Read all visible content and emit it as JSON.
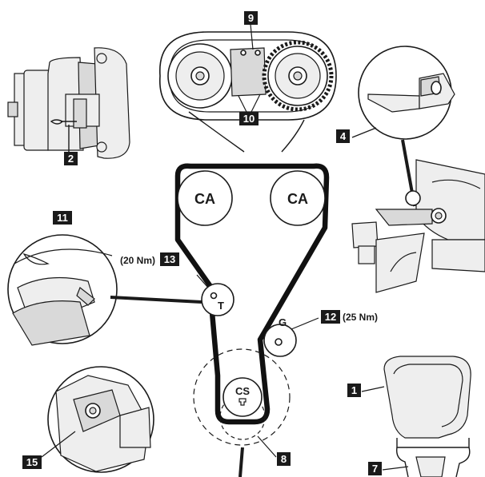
{
  "pulleys": {
    "camshaft_left": "CA",
    "camshaft_right": "CA",
    "tensioner": "T",
    "guide": "G",
    "crankshaft": "CS"
  },
  "torques": {
    "tensioner": "(20 Nm)",
    "guide": "(25 Nm)"
  },
  "callouts": {
    "c1": "1",
    "c2": "2",
    "c4": "4",
    "c7": "7",
    "c8": "8",
    "c9": "9",
    "c10": "10",
    "c11": "11",
    "c12": "12",
    "c13": "13",
    "c15": "15"
  },
  "colors": {
    "ink": "#1a1a1a",
    "belt": "#111111",
    "shading": "#d9d9d9",
    "background": "#ffffff"
  }
}
